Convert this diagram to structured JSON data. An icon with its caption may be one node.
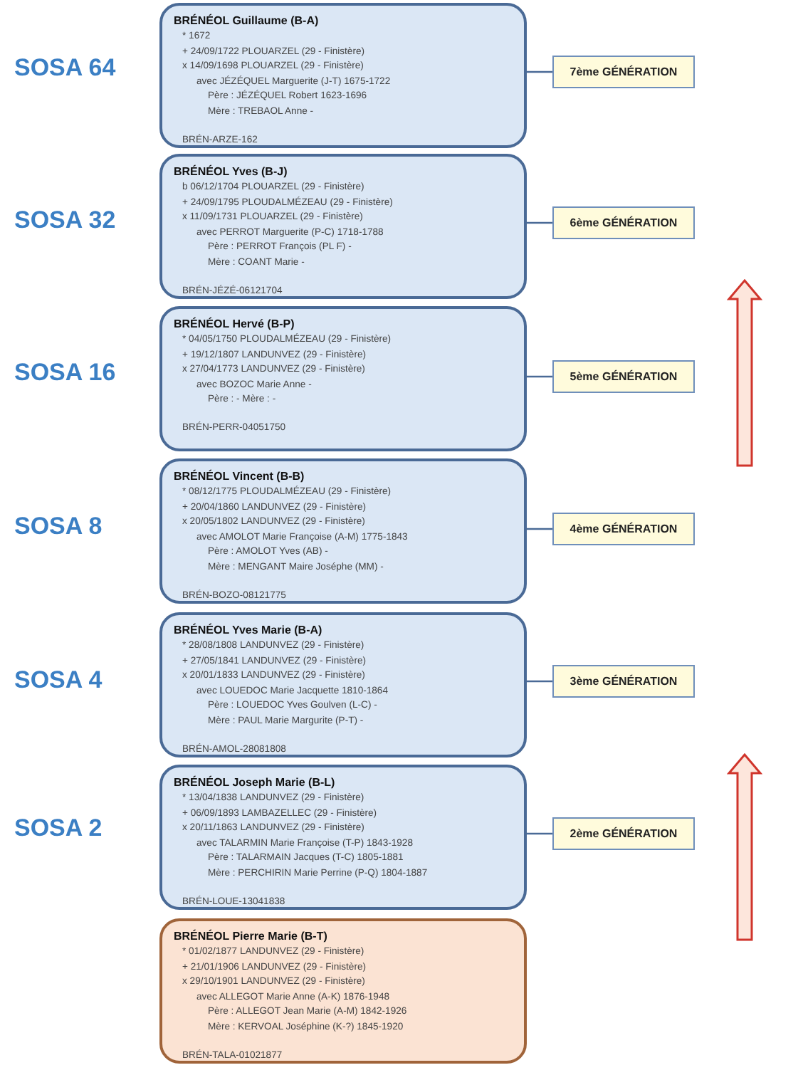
{
  "diagram": {
    "nodes": [
      {
        "text": [
          "BRÉNÉOL Guillaume (B-A)",
          "* 1672",
          "+ 24/09/1722 PLOUARZEL (29 - Finistère)",
          "x 14/09/1698 PLOUARZEL (29 - Finistère)",
          "avec JÉZÉQUEL Marguerite (J-T) 1675-1722",
          "Père : JÉZÉQUEL Robert 1623-1696",
          "Mère : TREBAOL Anne -",
          "BRÉN-ARZE-162"
        ]
      },
      {
        "text": [
          "7ème GÉNÉRATION"
        ]
      },
      {
        "text": [
          "BRÉNÉOL Yves (B-J)",
          "b 06/12/1704 PLOUARZEL (29 - Finistère)",
          "+ 24/09/1795 PLOUDALMÉZEAU (29 - Finistère)",
          "x 11/09/1731 PLOUARZEL (29 - Finistère)",
          "avec PERROT Marguerite (P-C) 1718-1788",
          "Père : PERROT François (PL F) -",
          "Mère : COANT Marie -",
          "BRÉN-JÉZÉ-06121704"
        ]
      },
      {
        "text": [
          "6ème GÉNÉRATION"
        ]
      },
      {
        "text": [
          "BRÉNÉOL Hervé (B-P)",
          "* 04/05/1750 PLOUDALMÉZEAU (29 - Finistère)",
          "+ 19/12/1807 LANDUNVEZ (29 - Finistère)",
          "x 27/04/1773 LANDUNVEZ (29 - Finistère)",
          "avec BOZOC Marie Anne -",
          "Père : - Mère : -",
          "BRÉN-PERR-04051750"
        ]
      },
      {
        "text": [
          "5ème GÉNÉRATION"
        ]
      },
      {
        "text": [
          "BRÉNÉOL Vincent (B-B)",
          "* 08/12/1775 PLOUDALMÉZEAU (29 - Finistère)",
          "+ 20/04/1860 LANDUNVEZ (29 - Finistère)",
          "x 20/05/1802 LANDUNVEZ (29 - Finistère)",
          "avec AMOLOT Marie Françoise (A-M) 1775-1843",
          "Père : AMOLOT Yves (AB) -",
          "Mère : MENGANT Maire Joséphe (MM) -",
          "BRÉN-BOZO-08121775"
        ]
      },
      {
        "text": [
          "4ème GÉNÉRATION"
        ]
      },
      {
        "text": [
          "BRÉNÉOL Yves Marie (B-A)",
          "* 28/08/1808 LANDUNVEZ (29 - Finistère)",
          "+ 27/05/1841 LANDUNVEZ (29 - Finistère)",
          "x 20/01/1833 LANDUNVEZ (29 - Finistère)",
          "avec LOUEDOC Marie Jacquette 1810-1864",
          "Père : LOUEDOC Yves Goulven (L-C) -",
          "Mère : PAUL Marie Margurite (P-T) -",
          "BRÉN-AMOL-28081808"
        ]
      },
      {
        "text": [
          "3ème GÉNÉRATION"
        ]
      },
      {
        "text": [
          "BRÉNÉOL Joseph Marie (B-L)",
          "* 13/04/1838 LANDUNVEZ (29 - Finistère)",
          "+ 06/09/1893 LAMBAZELLEC (29 - Finistère)",
          "x 20/11/1863 LANDUNVEZ (29 - Finistère)",
          "avec TALARMIN Marie Françoise (T-P) 1843-1928",
          "Père : TALARMAIN Jacques (T-C) 1805-1881",
          "Mère : PERCHIRIN Marie Perrine (P-Q) 1804-1887",
          "BRÉN-LOUE-13041838"
        ]
      },
      {
        "text": [
          "2ème GÉNÉRATION"
        ]
      },
      {
        "text": [
          "BRÉNÉOL Pierre Marie (B-T)",
          "* 01/02/1877 LANDUNVEZ (29 - Finistère)",
          "+ 21/01/1906 LANDUNVEZ (29 - Finistère)",
          "x 29/10/1901 LANDUNVEZ (29 - Finistère)",
          "avec ALLEGOT Marie Anne (A-K) 1876-1948",
          "Père : ALLEGOT Jean Marie (A-M) 1842-1926",
          "Mère : KERVOAL Joséphine (K-?) 1845-1920",
          "BRÉN-TALA-01021877"
        ]
      }
    ],
    "edges": [
      {
        "from": 0,
        "to": 1,
        "arrow": "none"
      },
      {
        "from": 2,
        "to": 3,
        "arrow": "none"
      },
      {
        "from": 4,
        "to": 5,
        "arrow": "none"
      },
      {
        "from": 6,
        "to": 7,
        "arrow": "none"
      },
      {
        "from": 8,
        "to": 9,
        "arrow": "none"
      },
      {
        "from": 10,
        "to": 11,
        "arrow": "none"
      }
    ],
    "labels": [
      "SOSA 64",
      "SOSA 32",
      "SOSA 16",
      "SOSA 8",
      "SOSA 4",
      "SOSA 2"
    ]
  }
}
